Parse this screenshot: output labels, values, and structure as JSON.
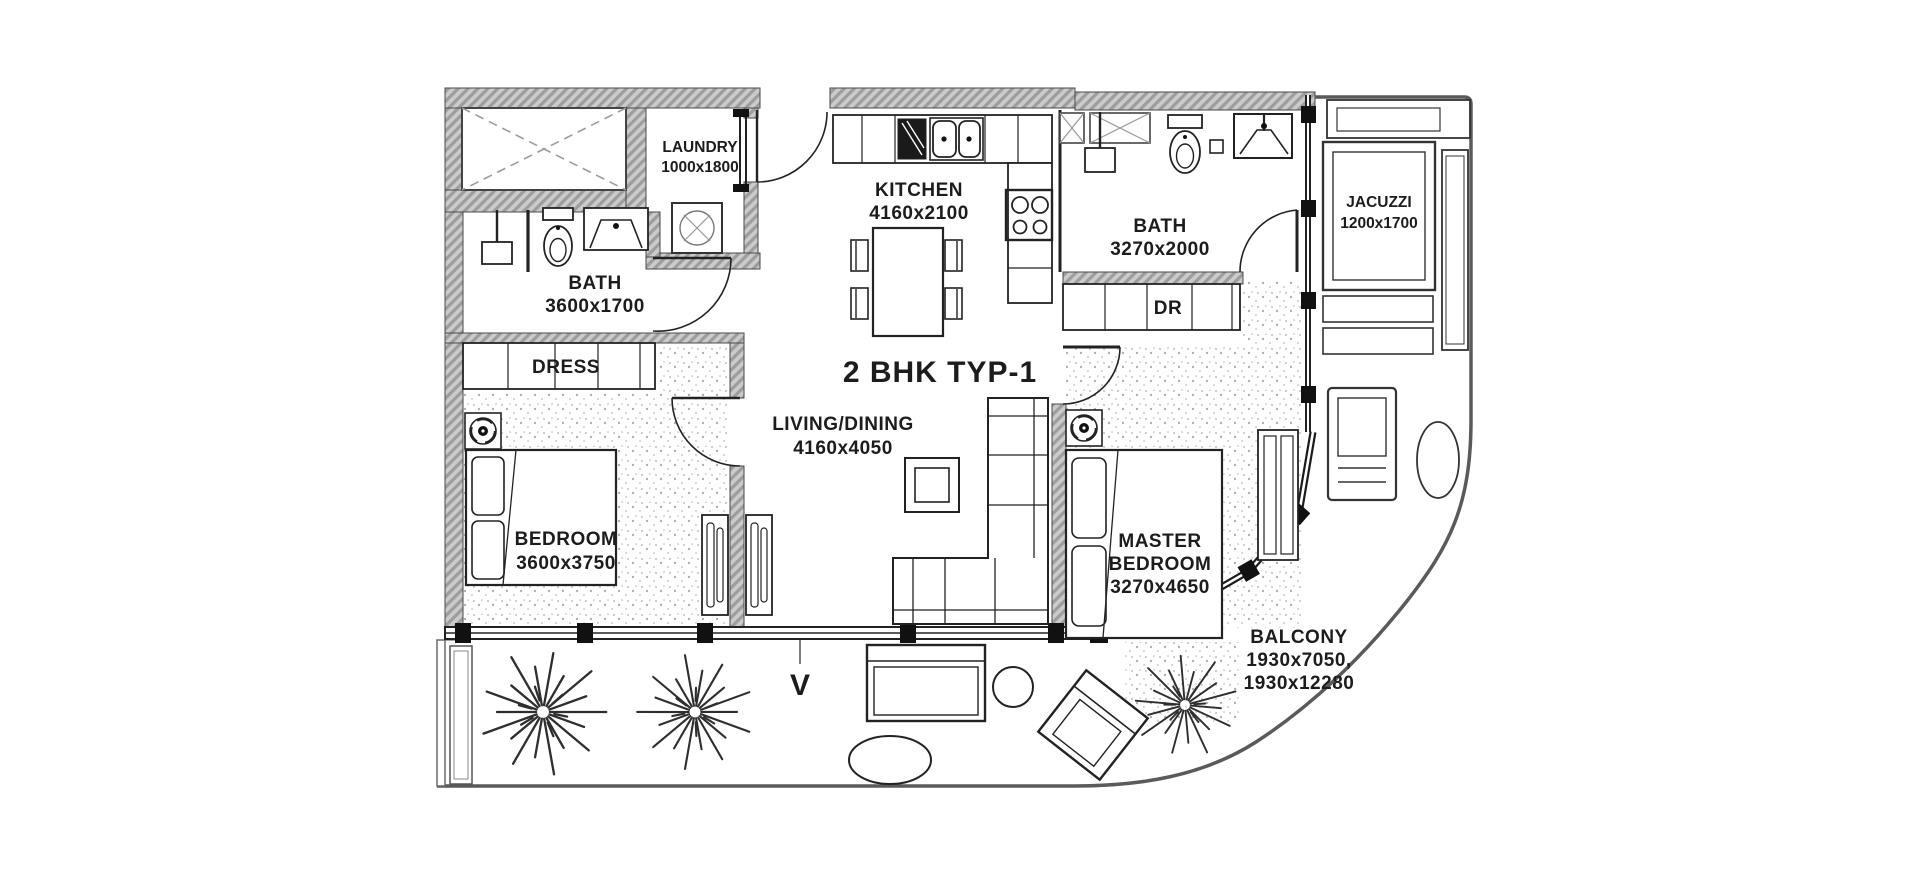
{
  "plan": {
    "title": "2 BHK TYP-1",
    "view_marker": "V",
    "rooms": {
      "laundry": {
        "label": "LAUNDRY",
        "dims": "1000x1800"
      },
      "kitchen": {
        "label": "KITCHEN",
        "dims": "4160x2100"
      },
      "bath_top": {
        "label": "BATH",
        "dims": "3270x2000"
      },
      "jacuzzi": {
        "label": "JACUZZI",
        "dims": "1200x1700"
      },
      "bath_left": {
        "label": "BATH",
        "dims": "3600x1700"
      },
      "dress": {
        "label": "DRESS"
      },
      "dr": {
        "label": "DR"
      },
      "living": {
        "label": "LIVING/DINING",
        "dims": "4160x4050"
      },
      "bedroom": {
        "label": "BEDROOM",
        "dims": "3600x3750"
      },
      "master": {
        "line1": "MASTER",
        "line2": "BEDROOM",
        "dims": "3270x4650"
      },
      "balcony": {
        "label": "BALCONY",
        "dims_line1": "1930x7050,",
        "dims_line2": "1930x12280"
      }
    },
    "colors": {
      "line": "#1f1f1f",
      "wall_fill": "#cbcbcb",
      "wall_hatch": "#9d9d9d",
      "stipple": "#b3b3b3",
      "boundary": "#5a5a5a"
    },
    "icons": {
      "shaft": "crossed-box",
      "washer": "circle-in-square",
      "ceiling_fan": "fan-in-square",
      "plant": "starburst",
      "toilet": "tank-and-bowl",
      "stove": "four-burners"
    }
  }
}
